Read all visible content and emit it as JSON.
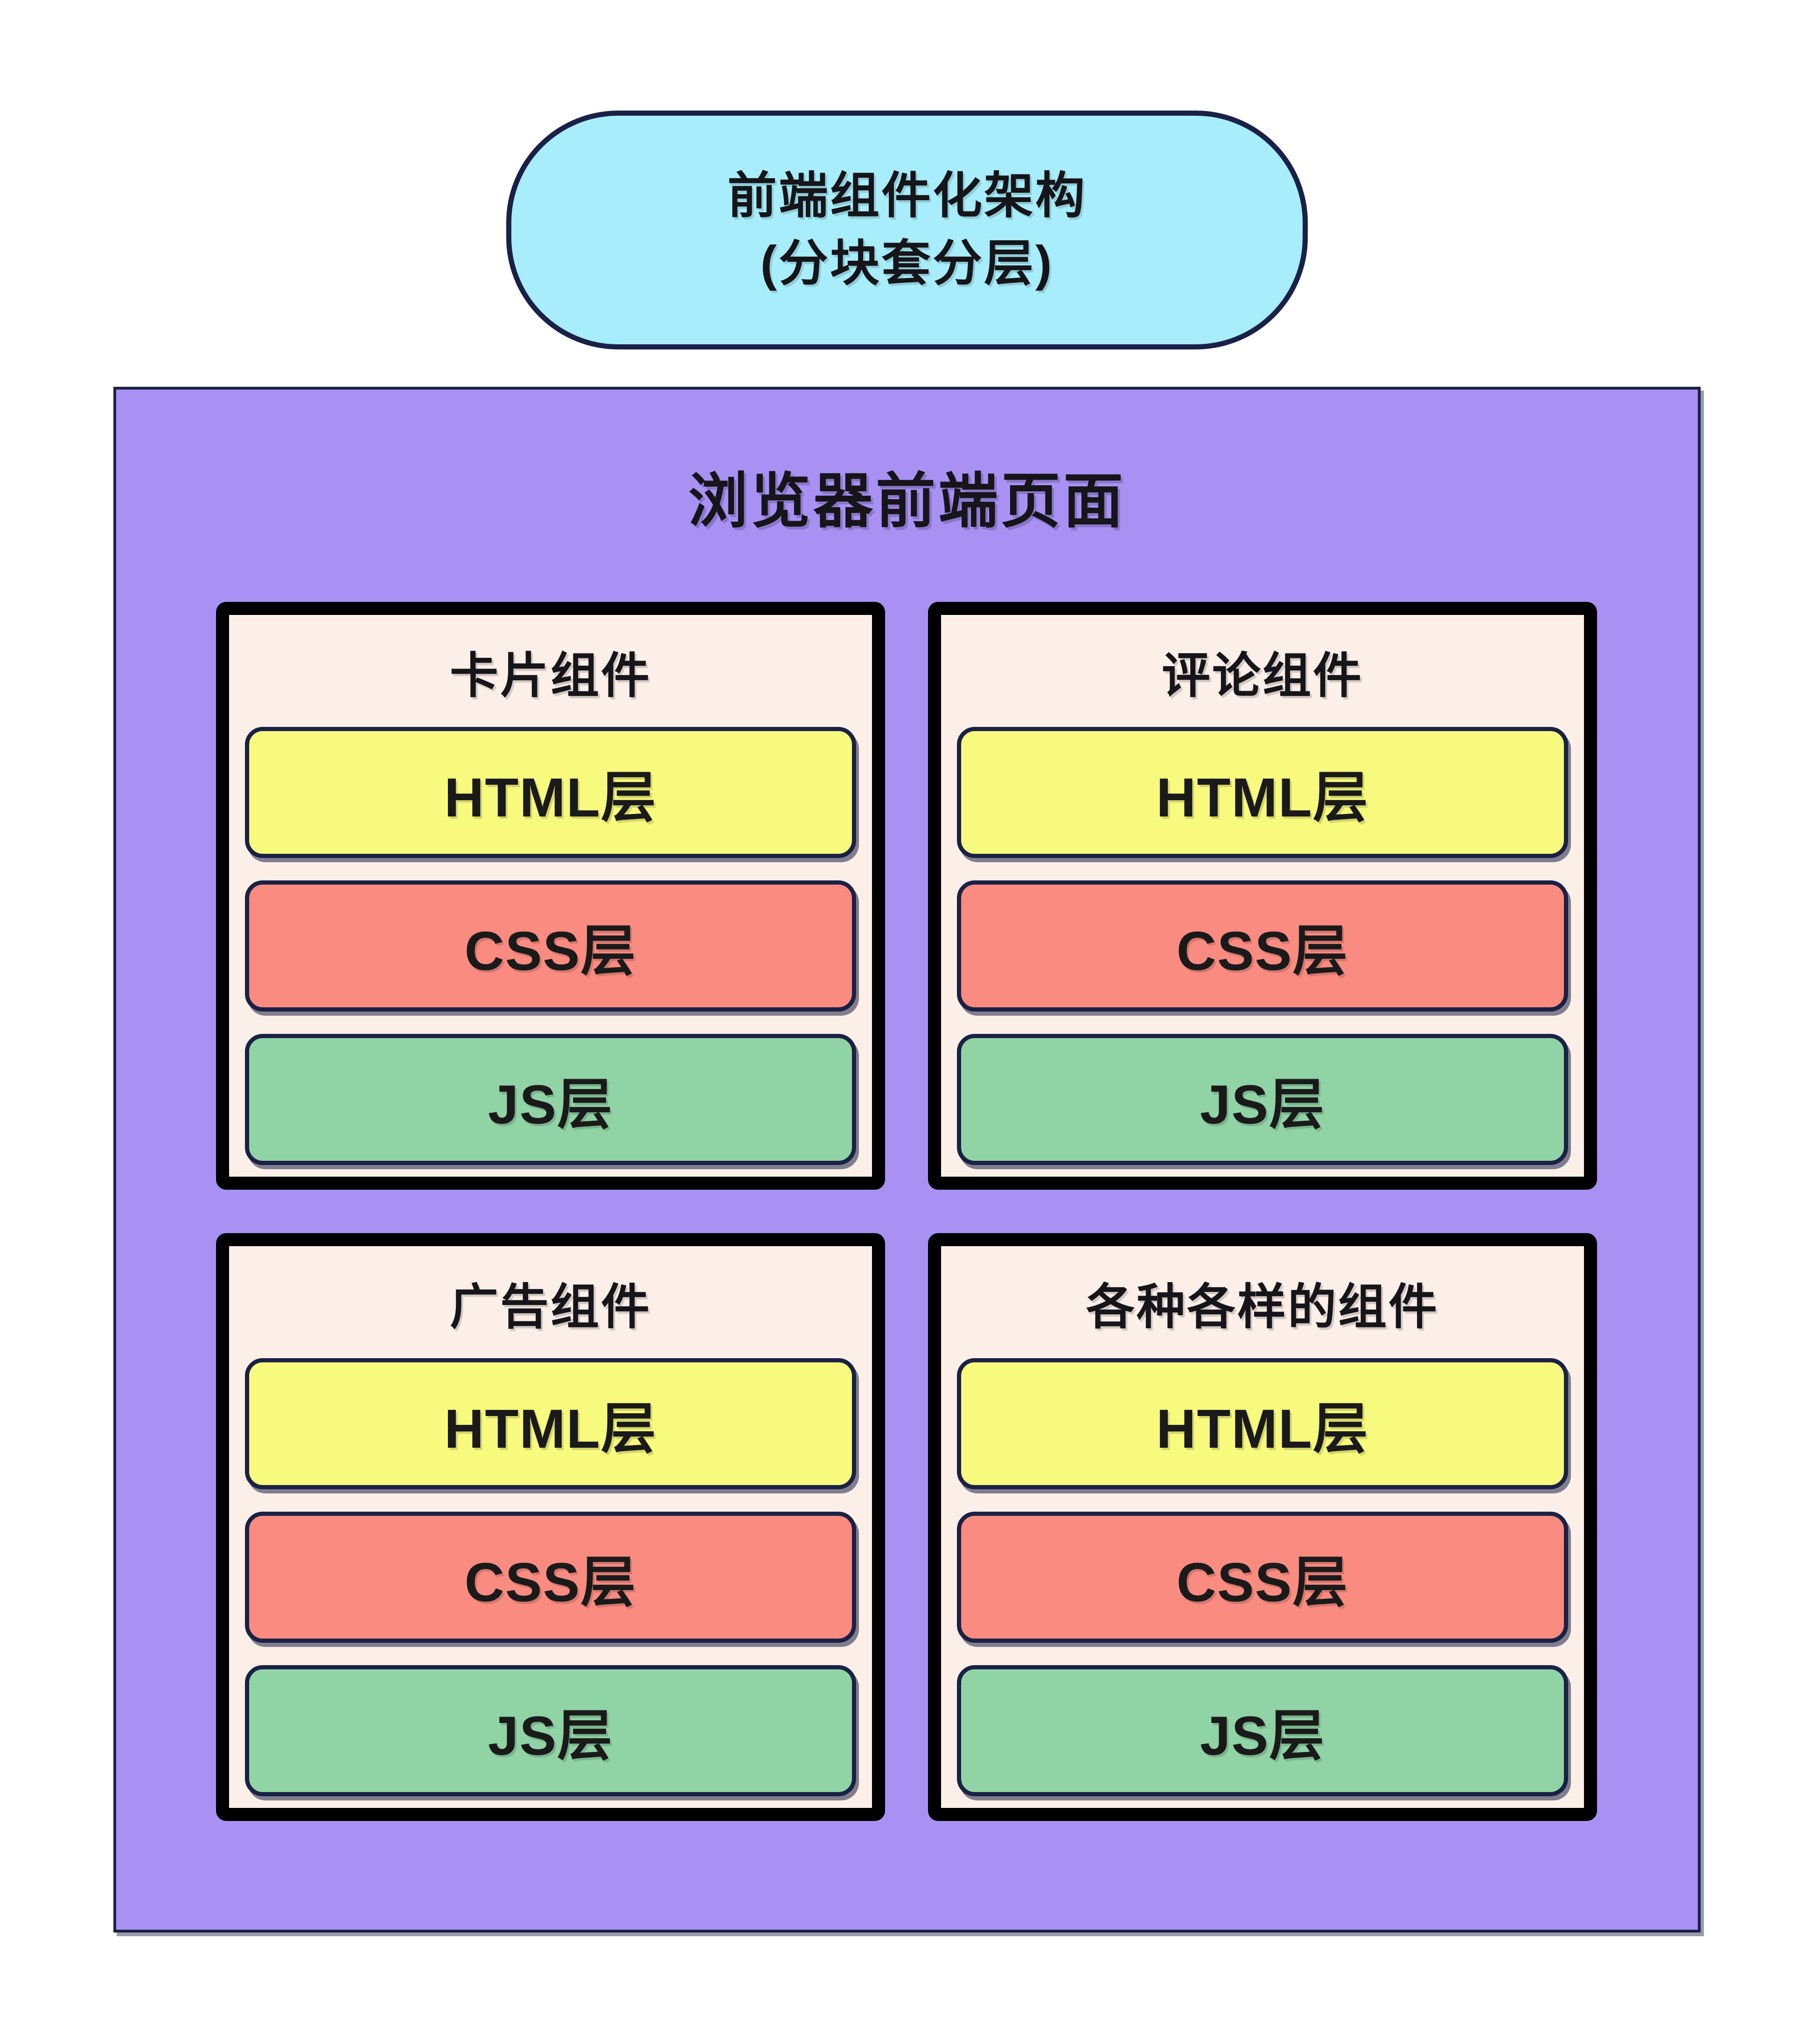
{
  "banner": {
    "title_line1": "前端组件化架构",
    "title_line2": "(分块套分层)"
  },
  "container": {
    "title": "浏览器前端页面"
  },
  "components": [
    {
      "title": "卡片组件",
      "layers": [
        {
          "label": "HTML层"
        },
        {
          "label": "CSS层"
        },
        {
          "label": "JS层"
        }
      ]
    },
    {
      "title": "评论组件",
      "layers": [
        {
          "label": "HTML层"
        },
        {
          "label": "CSS层"
        },
        {
          "label": "JS层"
        }
      ]
    },
    {
      "title": "广告组件",
      "layers": [
        {
          "label": "HTML层"
        },
        {
          "label": "CSS层"
        },
        {
          "label": "JS层"
        }
      ]
    },
    {
      "title": "各种各样的组件",
      "layers": [
        {
          "label": "HTML层"
        },
        {
          "label": "CSS层"
        },
        {
          "label": "JS层"
        }
      ]
    }
  ],
  "colors": {
    "banner_fill": "#a7edfb",
    "banner_border": "#1a2148",
    "container_fill": "#a991f4",
    "container_border": "#1b2144",
    "card_fill": "#fcefe7",
    "card_border": "#000000",
    "html_layer_fill": "#f7fa7c",
    "css_layer_fill": "#f98b80",
    "js_layer_fill": "#90d3a5",
    "layer_border": "#1a2145",
    "text": "#15151a",
    "background": "#ffffff"
  }
}
